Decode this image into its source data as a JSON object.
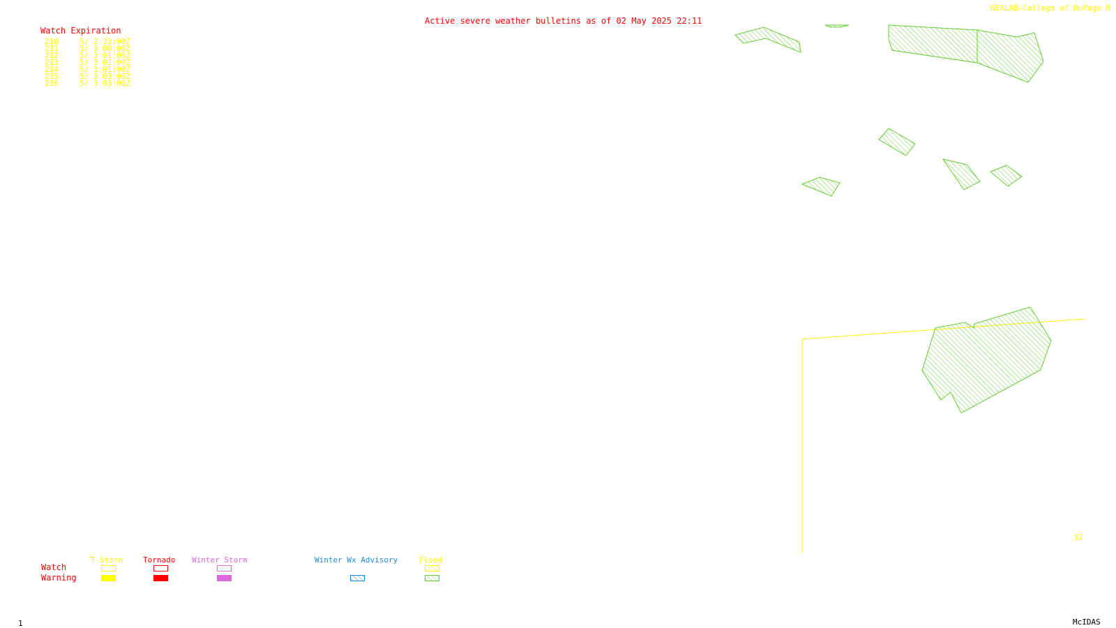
{
  "header": {
    "bulletin_title": "Active severe weather bulletins as of 02 May 2025 22:11",
    "credit": "NEXLAB-College of DuPage R",
    "title_color": "#ff0000",
    "credit_color": "#ffff00"
  },
  "watch_table": {
    "heading": "Watch Expiration",
    "heading_color": "#ff0000",
    "rows": [
      {
        "id": "210",
        "expires": "5/ 2 23:00Z"
      },
      {
        "id": "211",
        "expires": "5/ 3 00:00Z"
      },
      {
        "id": "212",
        "expires": "5/ 3 01:00Z"
      },
      {
        "id": "213",
        "expires": "5/ 3 01:00Z"
      },
      {
        "id": "214",
        "expires": "5/ 3 01:00Z"
      },
      {
        "id": "215",
        "expires": "5/ 3 03:00Z"
      },
      {
        "id": "216",
        "expires": "5/ 3 03:00Z"
      }
    ],
    "row_color": "#ffff00"
  },
  "map": {
    "flood_color": "#66cc33",
    "boundary_color": "#ffff00",
    "corner_label": "$2"
  },
  "legend": {
    "row_labels": {
      "watch": "Watch",
      "warning": "Warning"
    },
    "row_label_color": "#ff0000",
    "categories": [
      {
        "name": "T-Storm",
        "color": "#ffff00",
        "watch": "outline",
        "warning": "solid"
      },
      {
        "name": "Tornado",
        "color": "#ff0000",
        "watch": "outline",
        "warning": "solid"
      },
      {
        "name": "Winter Storm",
        "color": "#dd66dd",
        "watch": "outline",
        "warning": "solid"
      },
      {
        "name": "Winter Wx Advisory",
        "color": "#1e88dd",
        "watch": "none",
        "warning": "hatched"
      },
      {
        "name": "Flood",
        "color": "#ffff00",
        "warning_color": "#66cc33",
        "watch": "hatched",
        "warning": "hatched"
      }
    ]
  },
  "footer": {
    "frame_number": "1",
    "software": "McIDAS",
    "color": "#000000"
  }
}
